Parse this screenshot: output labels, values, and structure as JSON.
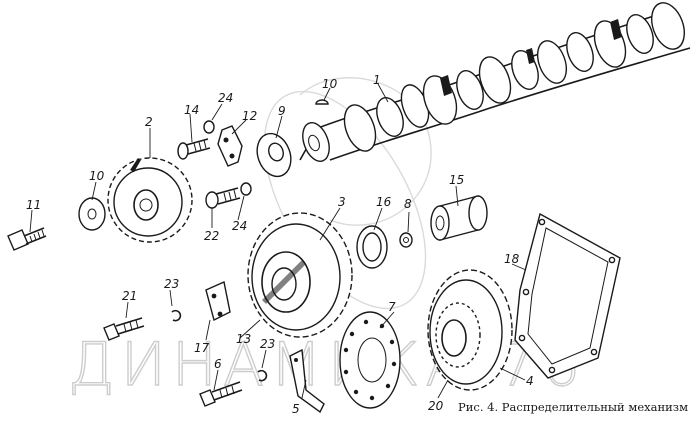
{
  "caption": "Рис. 4. Распределительный механизм",
  "watermark": "ДИНАМИКА 76",
  "labels": {
    "l1": "1",
    "l2": "2",
    "l3": "3",
    "l4": "4",
    "l5": "5",
    "l6": "6",
    "l7": "7",
    "l8": "8",
    "l9": "9",
    "l10a": "10",
    "l10b": "10",
    "l11": "11",
    "l12": "12",
    "l13": "13",
    "l14": "14",
    "l15": "15",
    "l16": "16",
    "l17": "17",
    "l18": "18",
    "l20": "20",
    "l21": "21",
    "l22": "22",
    "l23a": "23",
    "l23b": "23",
    "l24a": "24",
    "l24b": "24"
  }
}
